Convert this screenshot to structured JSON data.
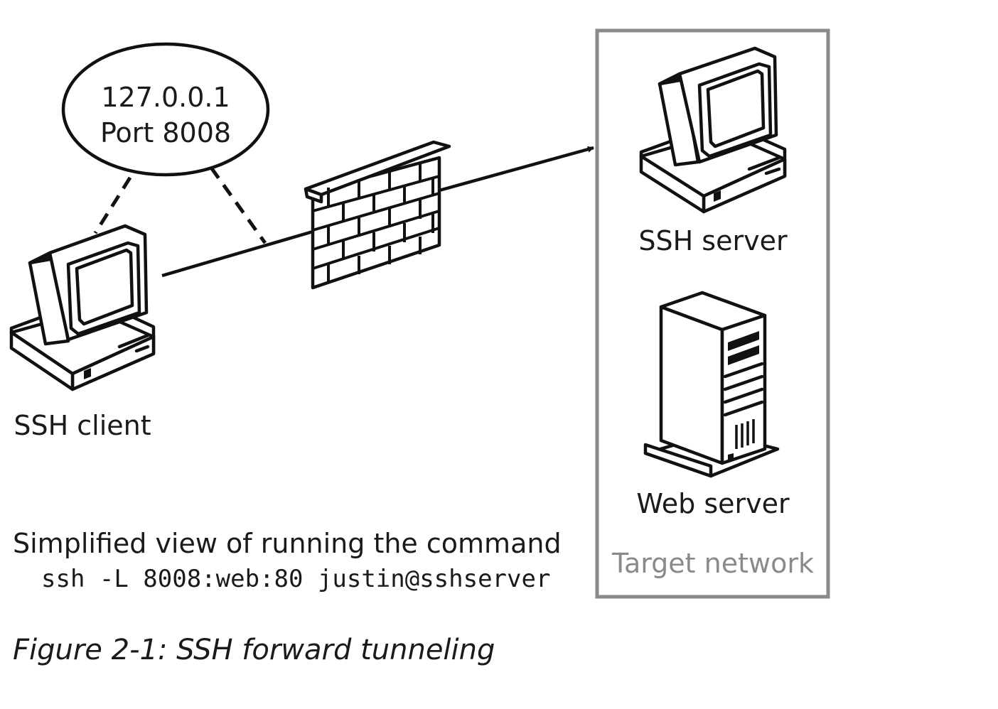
{
  "bubble": {
    "line1": "127.0.0.1",
    "line2": "Port 8008"
  },
  "nodes": {
    "client_label": "SSH client",
    "ssh_server_label": "SSH server",
    "web_server_label": "Web server"
  },
  "network": {
    "label": "Target network",
    "border_color": "#8a8a8a"
  },
  "description": {
    "text": "Simplified view of running the command",
    "command": "ssh -L 8008:web:80 justin@sshserver"
  },
  "caption": "Figure 2-1: SSH forward tunneling"
}
